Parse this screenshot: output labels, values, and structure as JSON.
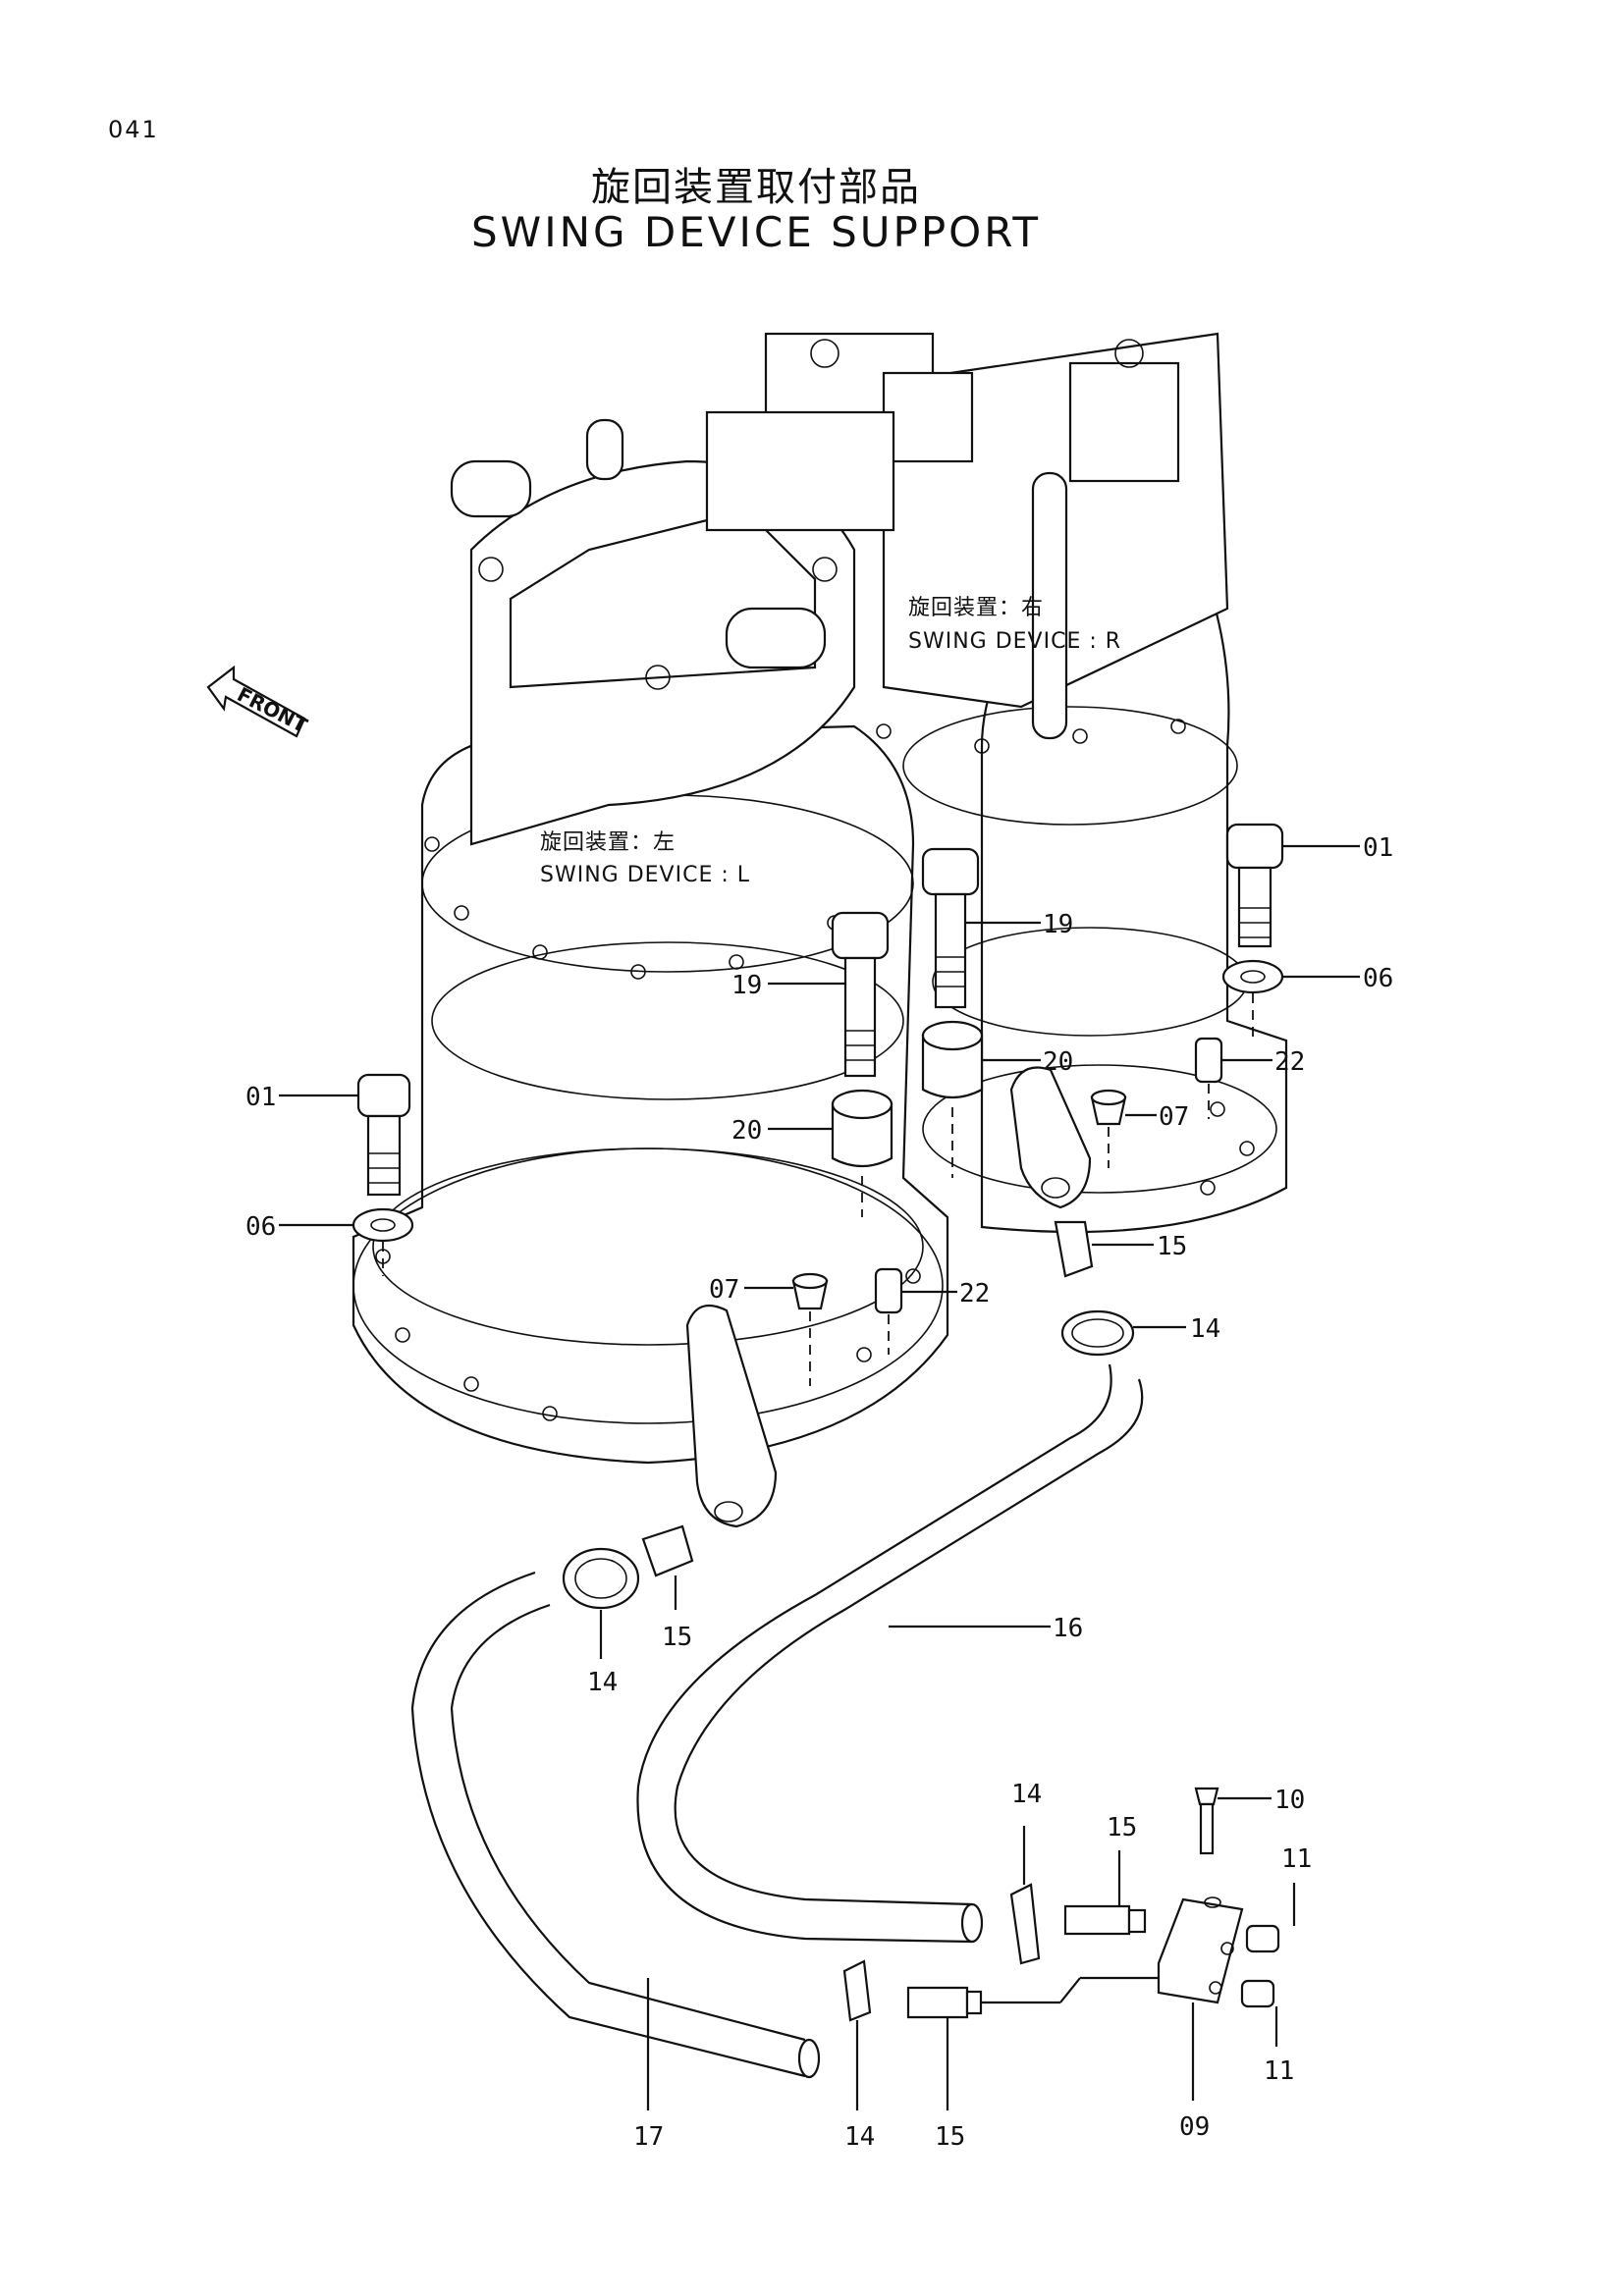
{
  "page_number": "041",
  "title_jp": "旋回装置取付部品",
  "title_en": "SWING  DEVICE  SUPPORT",
  "front_marker": "FRONT",
  "device_right": {
    "jp": "旋回装置：右",
    "en": "SWING DEVICE : R"
  },
  "device_left": {
    "jp": "旋回装置：左",
    "en": "SWING DEVICE : L"
  },
  "callouts": {
    "c01_right": "01",
    "c06_right": "06",
    "c19_right": "19",
    "c19_left": "19",
    "c20_right": "20",
    "c20_left": "20",
    "c22_right": "22",
    "c22_left": "22",
    "c07_right": "07",
    "c07_left": "07",
    "c01_left": "01",
    "c06_left": "06",
    "c15_right": "15",
    "c14_right": "14",
    "c15_left": "15",
    "c14_left": "14",
    "c16": "16",
    "c14_top": "14",
    "c15_top": "15",
    "c10": "10",
    "c11_top": "11",
    "c11_bottom": "11",
    "c17": "17",
    "c14_bottom": "14",
    "c15_bottom": "15",
    "c09": "09"
  }
}
